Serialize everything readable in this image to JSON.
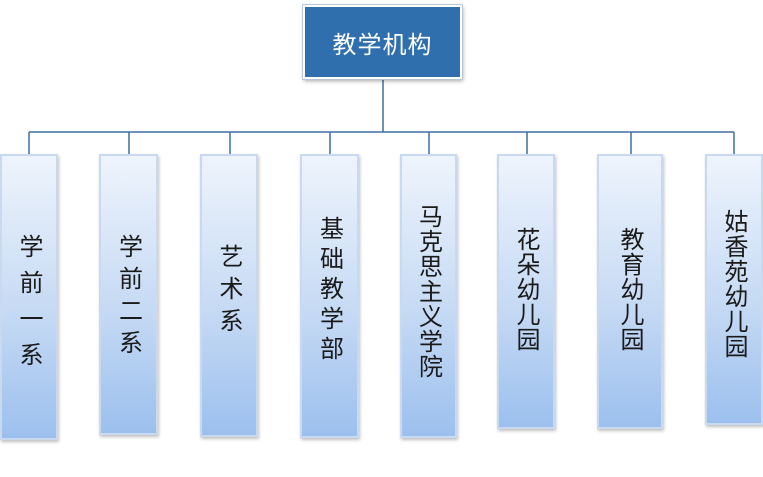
{
  "root": {
    "label": "教学机构"
  },
  "children": [
    {
      "label": "学前一系"
    },
    {
      "label": "学前二系"
    },
    {
      "label": "艺术系"
    },
    {
      "label": "基础教学部"
    },
    {
      "label": "马克思主义学院"
    },
    {
      "label": "花朵幼儿园"
    },
    {
      "label": "教育幼儿园"
    },
    {
      "label": "姑香苑幼儿园"
    }
  ],
  "colors": {
    "root_fill": "#2f6fad",
    "connector": "#3e6fa3",
    "child_top": "#eef4fc",
    "child_bottom": "#9cc0ee"
  }
}
